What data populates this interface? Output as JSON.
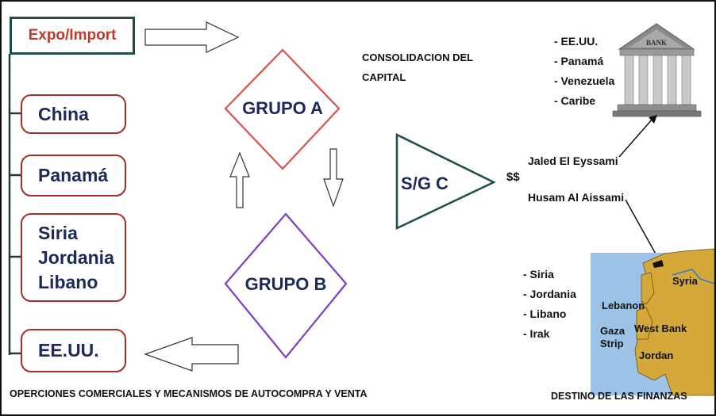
{
  "flow": {
    "source_label": "Expo/Import",
    "origins": [
      {
        "lines": [
          "China"
        ]
      },
      {
        "lines": [
          "Panamá"
        ]
      },
      {
        "lines": [
          "Siria",
          "Jordania",
          "Libano"
        ]
      },
      {
        "lines": [
          "EE.UU."
        ]
      }
    ],
    "group_a": "GRUPO A",
    "group_b": "GRUPO B",
    "sgc": "S/G C",
    "money": "$$",
    "consolidation": [
      "CONSOLIDACION DEL",
      "CAPITAL"
    ],
    "operations_caption": "OPERCIONES COMERCIALES Y MECANISMOS DE AUTOCOMPRA Y VENTA",
    "destination_caption": "DESTINO DE LAS FINANZAS"
  },
  "bank": {
    "sign": "BANK",
    "countries": [
      "- EE.UU.",
      "- Panamá",
      "- Venezuela",
      "- Caribe"
    ]
  },
  "people": {
    "person1": "Jaled El Eyssami",
    "person2": "Husam Al Aissami"
  },
  "map": {
    "countries": [
      "- Siria",
      "- Jordania",
      "- Libano",
      "- Irak"
    ],
    "labels": {
      "syria": "Syria",
      "lebanon": "Lebanon",
      "gaza_1": "Gaza",
      "gaza_2": "Strip",
      "west_bank": "West Bank",
      "jordan": "Jordan"
    }
  },
  "colors": {
    "teal_border": "#1f4e4a",
    "red_text": "#c0392b",
    "origin_border": "#a0302a",
    "navy_text": "#1c2a5a",
    "diamond_a": "#d9534f",
    "diamond_b": "#7b3fc0",
    "sea": "#9cc3e6",
    "land": "#d4a93a"
  }
}
